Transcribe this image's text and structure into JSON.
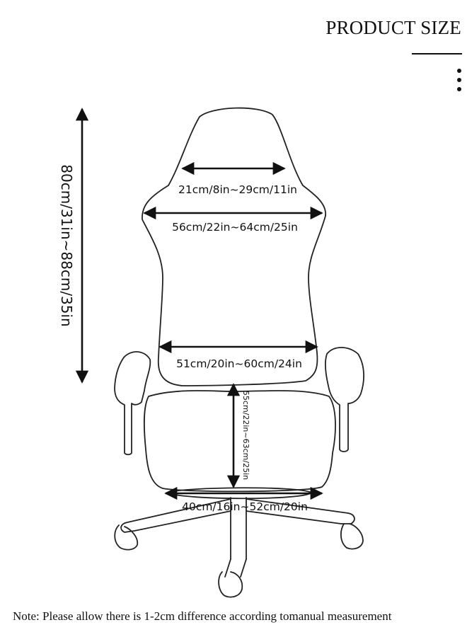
{
  "header": {
    "title": "PRODUCT SIZE",
    "menu_icon": "vertical-dots-icon"
  },
  "diagram": {
    "subject": "gaming-chair-outline",
    "measurements": {
      "backrest_height": "80cm/31in~88cm/35in",
      "headrest_width": "21cm/8in~29cm/11in",
      "shoulder_width": "56cm/22in~64cm/25in",
      "lower_back_width": "51cm/20in~60cm/24in",
      "seat_depth": "55cm/22in~63cm/25in",
      "seat_width": "40cm/16in~52cm/20in"
    }
  },
  "footer": {
    "note": "Note: Please allow there is 1-2cm difference according tomanual measurement"
  }
}
